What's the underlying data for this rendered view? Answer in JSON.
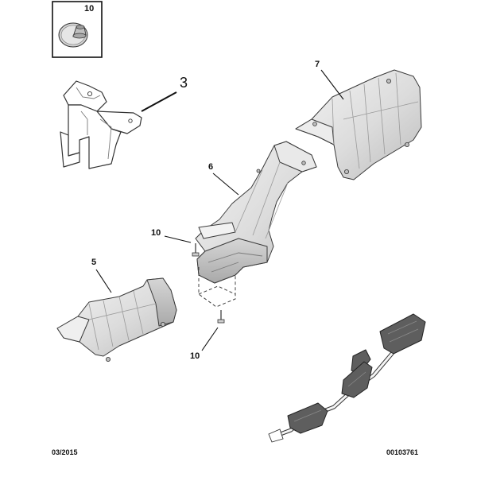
{
  "inset": {
    "label": "10"
  },
  "callouts": {
    "part_3": "3",
    "part_7": "7",
    "part_6": "6",
    "part_10_upper": "10",
    "part_5": "5",
    "part_10_lower": "10"
  },
  "footer": {
    "date": "03/2015",
    "reference": "00103761"
  }
}
